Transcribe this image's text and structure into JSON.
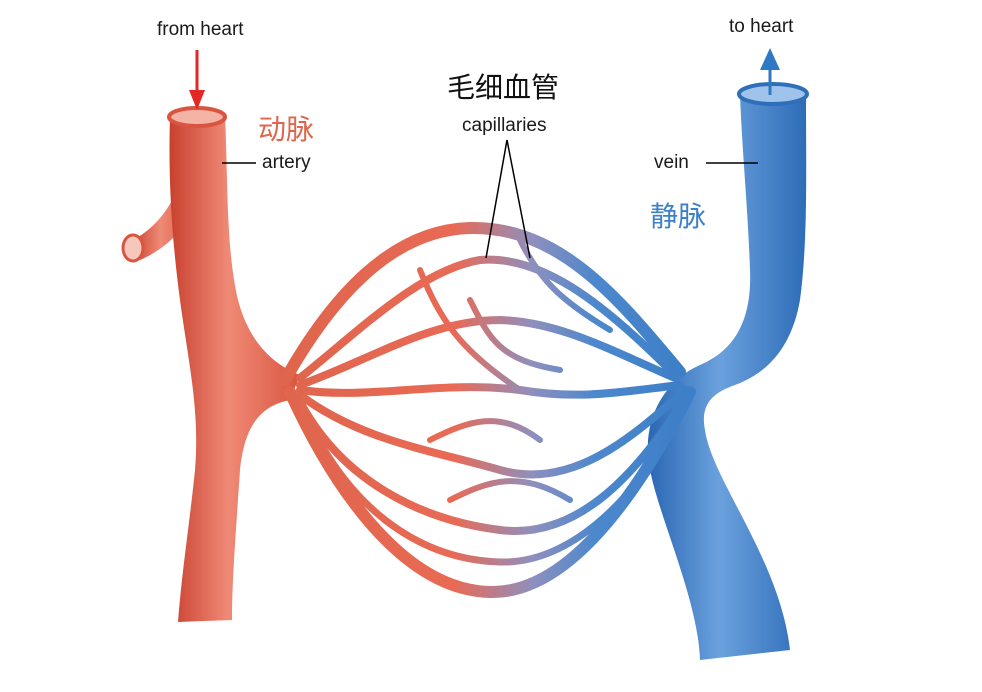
{
  "labels": {
    "from_heart": "from heart",
    "to_heart": "to heart",
    "capillaries_cn": "毛细血管",
    "capillaries": "capillaries",
    "artery_cn": "动脉",
    "artery": "artery",
    "vein_cn": "静脉",
    "vein": "vein"
  },
  "colors": {
    "artery": "#e0654d",
    "artery_cn_text": "#e0654d",
    "vein": "#3d7fc8",
    "vein_cn_text": "#3d7fc8",
    "from_heart_arrow": "#e32626",
    "to_heart_arrow": "#2f78c4"
  }
}
